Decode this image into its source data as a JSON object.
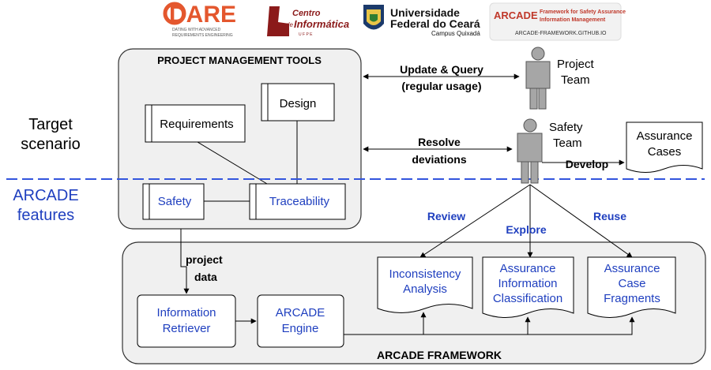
{
  "header": {
    "dare": {
      "logo": "DARE",
      "tagline1": "DATING WITH ADVANCED",
      "tagline2": "REQUIREMENTS ENGINEERING",
      "color": "#e4572e"
    },
    "cin": {
      "line1": "Centro",
      "line2a": "de",
      "line2b": "Informática",
      "line3": "U F P E",
      "color": "#8b1a1a"
    },
    "ufc": {
      "line1": "Universidade",
      "line2": "Federal do Ceará",
      "line3": "Campus Quixadá"
    },
    "arcade": {
      "logo": "ARCADE",
      "line1": "Framework for Safety Assurance",
      "line2": "Information Management",
      "url": "ARCADE-FRAMEWORK.GITHUB.IO",
      "color": "#c0392b"
    }
  },
  "side_labels": {
    "target_line1": "Target",
    "target_line2": "scenario",
    "arcade_line1": "ARCADE",
    "arcade_line2": "features",
    "arcade_color": "#1f3fbf",
    "divider_color": "#3355dd"
  },
  "pmt": {
    "title": "PROJECT MANAGEMENT TOOLS",
    "design": "Design",
    "requirements": "Requirements",
    "safety": "Safety",
    "traceability": "Traceability",
    "safety_color": "#1f3fbf",
    "traceability_color": "#1f3fbf"
  },
  "actors": {
    "project_team_line1": "Project",
    "project_team_line2": "Team",
    "safety_team_line1": "Safety",
    "safety_team_line2": "Team",
    "person_color": "#a6a6a6"
  },
  "arrows": {
    "update_line1": "Update & Query",
    "update_line2": "(regular usage)",
    "resolve_line1": "Resolve",
    "resolve_line2": "deviations",
    "develop": "Develop",
    "review": "Review",
    "explore": "Explore",
    "reuse": "Reuse",
    "project_data_line1": "project",
    "project_data_line2": "data",
    "blue_label_color": "#1f3fbf"
  },
  "assurance_cases": {
    "line1": "Assurance",
    "line2": "Cases"
  },
  "framework": {
    "title": "ARCADE FRAMEWORK",
    "info_retriever_line1": "Information",
    "info_retriever_line2": "Retriever",
    "engine_line1": "ARCADE",
    "engine_line2": "Engine",
    "inconsistency_line1": "Inconsistency",
    "inconsistency_line2": "Analysis",
    "classification_line1": "Assurance",
    "classification_line2": "Information",
    "classification_line3": "Classification",
    "fragments_line1": "Assurance",
    "fragments_line2": "Case",
    "fragments_line3": "Fragments",
    "box_text_color": "#1f3fbf",
    "panel_fill": "#f0f0f0"
  }
}
